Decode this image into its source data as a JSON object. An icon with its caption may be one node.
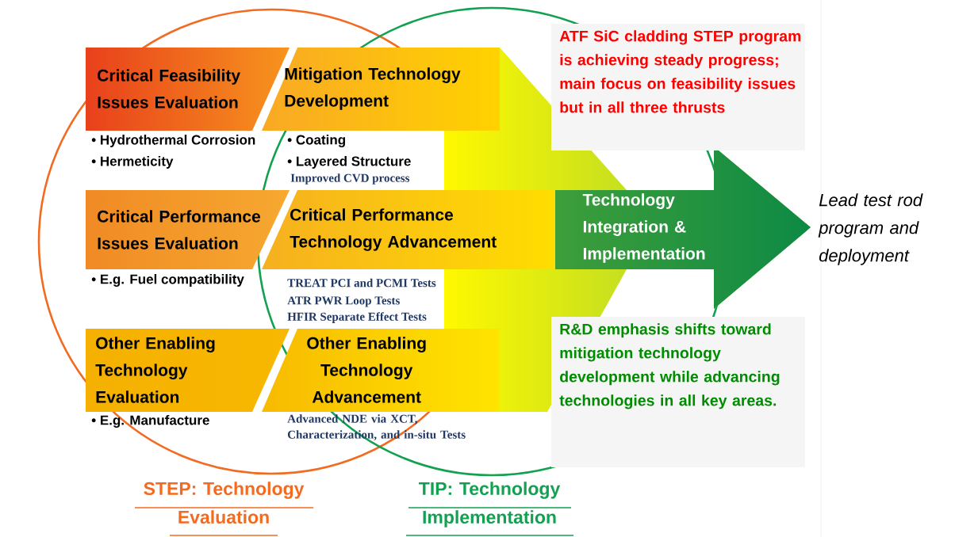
{
  "diagram": {
    "nodes": [
      {
        "text": [
          "Critical Feasibility Issues Evaluation"
        ],
        "beside": [
          "• Hydrothermal Corrosion",
          "• Hermeticity"
        ]
      },
      {
        "text": [
          "Mitigation Technology Development"
        ],
        "beside": [
          "• Coating",
          "• Layered Structure",
          "Improved CVD process"
        ]
      },
      {
        "text": [
          "Critical Performance Issues Evaluation"
        ],
        "beside": [
          "• E.g. Fuel compatibility"
        ]
      },
      {
        "text": [
          "Critical Performance Technology Advancement"
        ],
        "beside": [
          "TREAT PCI and PCMI Tests",
          "ATR PWR Loop Tests",
          "HFIR Separate Effect Tests"
        ]
      },
      {
        "text": [
          "Other Enabling Technology Evaluation"
        ],
        "beside": [
          "• E.g. Manufacture"
        ]
      },
      {
        "text": [
          "Other Enabling Technology Advancement"
        ],
        "beside": [
          "Advanced NDE via XCT, Characterization, and in-situ Tests"
        ]
      },
      {
        "text": [
          "Technology Integration & Implementation"
        ]
      }
    ],
    "labels": [
      "ATF SiC cladding STEP program is achieving steady progress; main focus on feasibility issues but in all three thrusts",
      "R&D emphasis shifts toward mitigation technology development while advancing technologies in all key areas.",
      "Lead test rod program and deployment",
      "STEP: Technology Evaluation",
      "TIP: Technology Implementation"
    ]
  }
}
